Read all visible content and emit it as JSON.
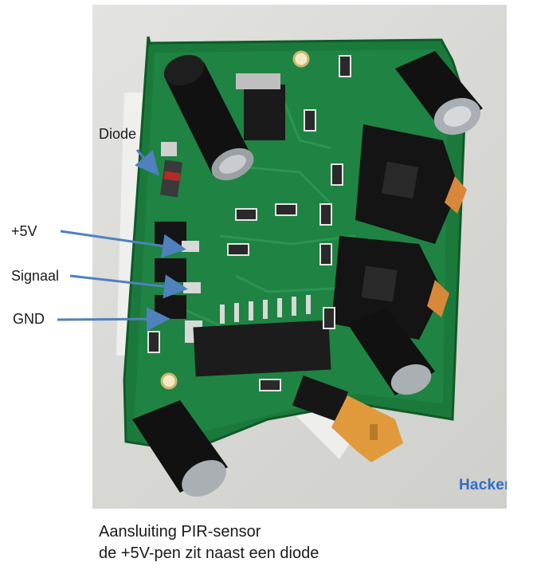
{
  "labels": {
    "diode": "Diode",
    "plus5v": "+5V",
    "signal": "Signaal",
    "gnd": "GND"
  },
  "watermark": "Hackerstore",
  "caption": {
    "line1": "Aansluiting PIR-sensor",
    "line2": "de +5V-pen zit naast een diode"
  },
  "colors": {
    "arrow": "#4f81bd",
    "pcb": "#1d7a3a",
    "watermark": "#2f6fc6"
  }
}
